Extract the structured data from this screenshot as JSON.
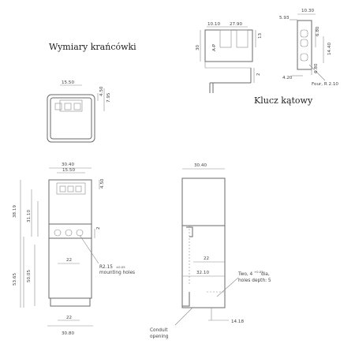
{
  "titles": {
    "switch_dimensions": "Wymiary krańcówki",
    "angle_key": "Klucz kątowy"
  },
  "key_top": {
    "dim_10_10": "10.10",
    "dim_27_90": "27.90",
    "dim_13": "13",
    "dim_30": "30",
    "dim_2": "2",
    "label_aip": "A-P"
  },
  "key_side": {
    "dim_10_30": "10.30",
    "dim_5_93": "5.93",
    "dim_6_80": "6.80",
    "dim_14_40": "14.40",
    "dim_6_80b": "6.80",
    "dim_4_20": "4.20",
    "radius_note": "Four, R 2.10"
  },
  "top_view": {
    "dim_15_50": "15.50",
    "dim_4_50": "4.50",
    "dim_7_95": "7.95"
  },
  "front_view": {
    "dim_30_40": "30.40",
    "dim_15_50": "15.50",
    "dim_4_50": "4.50",
    "dim_38_19": "38.19",
    "dim_31_10": "31.10",
    "dim_2": "2",
    "dim_22_a": "22",
    "dim_53_65": "53.65",
    "dim_50_05": "50.05",
    "dim_22_b": "22",
    "dim_30_80": "30.80",
    "mounting_note_1": "R2.15",
    "mounting_note_tol": "±0.05",
    "mounting_note_2": "mounting holes"
  },
  "side_view": {
    "dim_30_40": "30.40",
    "dim_22": "22",
    "dim_32_10": "32.10",
    "dim_14_18": "14.18",
    "hole_note_1": "Two, 4",
    "hole_note_tol": "+0.05",
    "hole_note_1b": "dia,",
    "hole_note_2": "holes depth: 5",
    "conduit_1": "Conduit",
    "conduit_2": "opening"
  }
}
